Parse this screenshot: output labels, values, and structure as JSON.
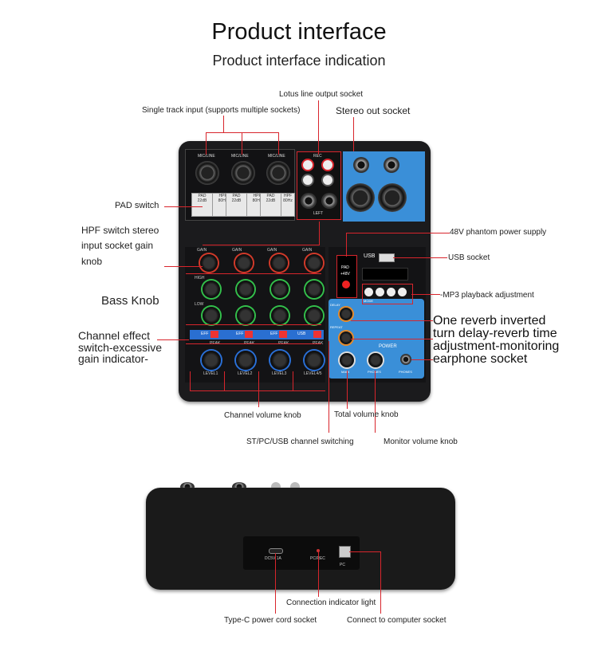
{
  "title": "Product interface",
  "subtitle": "Product interface indication",
  "labels": {
    "lotus": "Lotus line output socket",
    "single_track": "Single track input (supports multiple sockets)",
    "stereo_out": "Stereo out socket",
    "pad": "PAD switch",
    "hpf_1": "HPF switch stereo",
    "hpf_2": "input socket gain",
    "hpf_3": "knob",
    "bass": "Bass Knob",
    "effect_1": "Channel effect",
    "effect_2": "switch-excessive",
    "effect_3": "gain indicator-",
    "phantom": "48V phantom power supply",
    "usb": "USB socket",
    "mp3": "-MP3 playback adjustment",
    "reverb_1": "One reverb inverted",
    "reverb_2": "turn delay-reverb time",
    "reverb_3": "adjustment-monitoring",
    "reverb_4": "earphone socket",
    "channel_volume": "Channel volume knob",
    "total_volume": "Total volume knob",
    "st_switch": "ST/PC/USB channel switching",
    "monitor_volume": "Monitor volume knob",
    "conn_light": "Connection indicator light",
    "typec": "Type-C power cord socket",
    "computer": "Connect to computer socket"
  },
  "panel_text": {
    "mic_line": "MIC/LINE",
    "pad": "PAD",
    "hpf": "HPF",
    "db": "22dB",
    "hz": "80Hz",
    "gain": "GAIN",
    "high": "HIGH",
    "low": "LOW",
    "eff": "EFF",
    "peak": "PEAK",
    "level_1": "LEVEL1",
    "level_2": "LEVEL2",
    "level_3": "LEVEL3",
    "level_45": "LEVEL4/5",
    "rec": "REC",
    "left": "LEFT",
    "usb": "USB",
    "pad48": "PAD",
    "v48": "+48V",
    "mode": "MODE",
    "delay": "DELAY",
    "repeat": "REPEAT",
    "main": "MAIN",
    "phones": "PHONES",
    "power": "POWER",
    "dc": "DC5V 1A",
    "pcrec": "PC/REC",
    "pc": "PC"
  },
  "colors": {
    "leader": "#d8252c",
    "body": "#1b1b1d",
    "accent_blue": "#3a8fd8"
  }
}
